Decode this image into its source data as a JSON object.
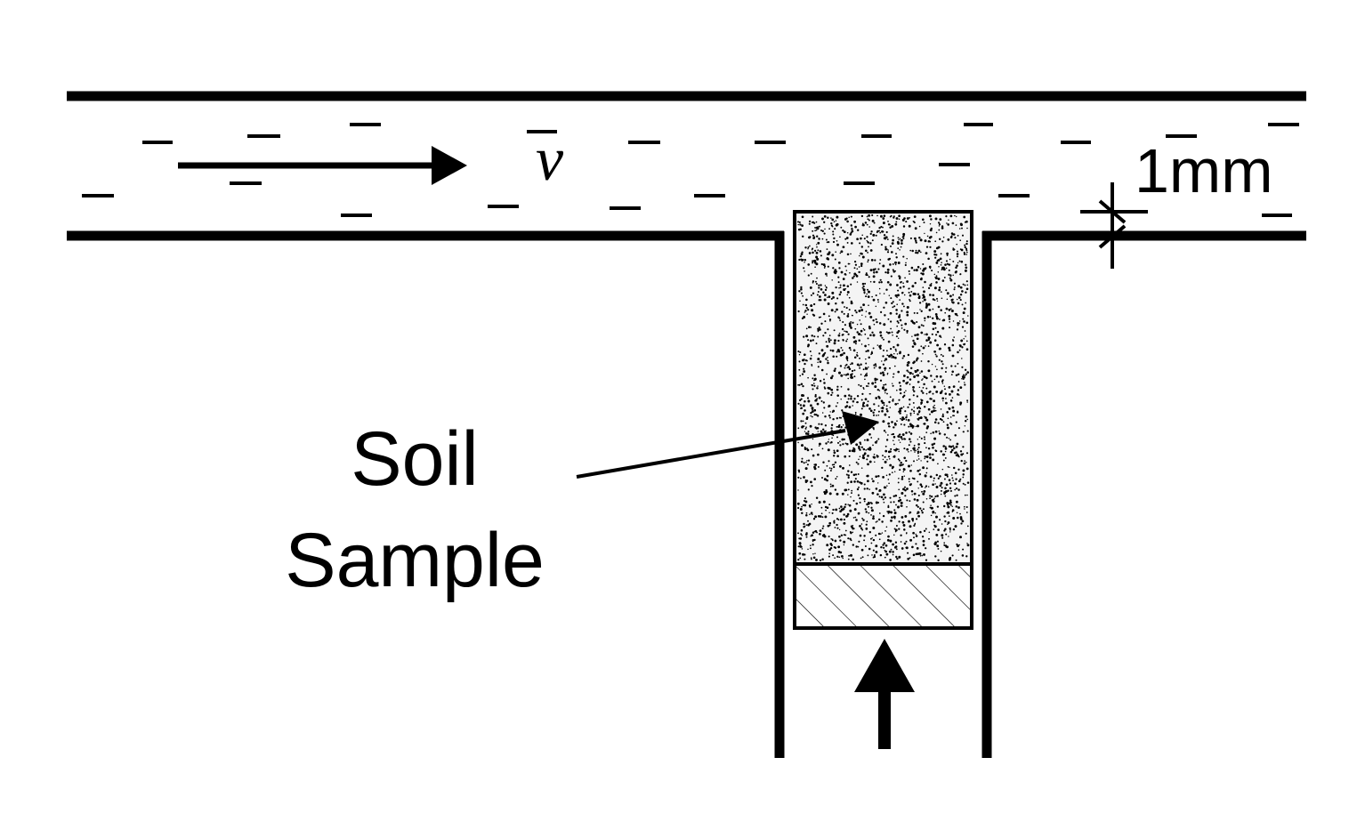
{
  "diagram": {
    "velocity_symbol": "v",
    "gap_label": "1mm",
    "sample_label_line1": "Soil",
    "sample_label_line2": "Sample"
  },
  "colors": {
    "ink": "#000000",
    "background": "#ffffff",
    "soil_fill": "#f2f2f2"
  }
}
